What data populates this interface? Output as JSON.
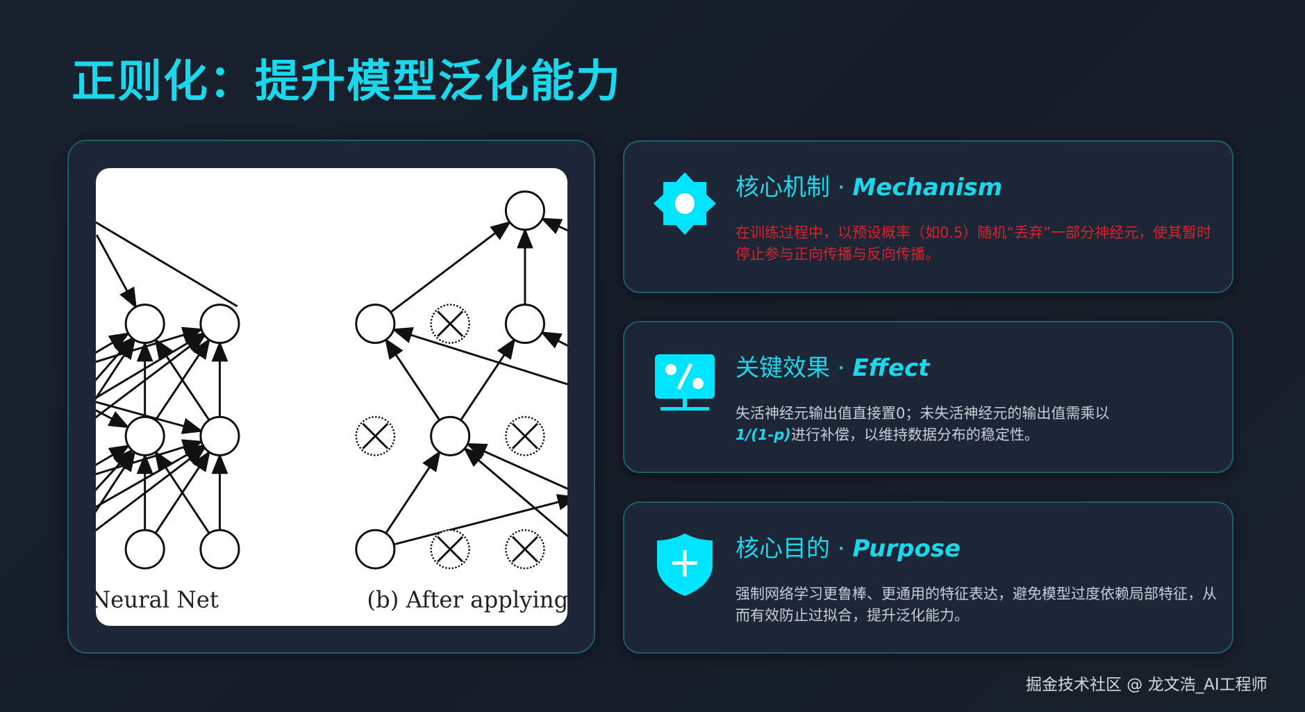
{
  "title": "正则化：提升模型泛化能力",
  "figure": {
    "label_left": "Neural Net",
    "label_right": "(b) After applying"
  },
  "cards": [
    {
      "title_cn": "核心机制 · ",
      "title_en": "Mechanism",
      "icon": "gear-icon",
      "body": "在训练过程中，以预设概率（如0.5）随机“丢弃”一部分神经元，使其暂时停止参与正向传播与反向传播。"
    },
    {
      "title_cn": "关键效果 · ",
      "title_en": "Effect",
      "icon": "percent-monitor-icon",
      "body_a": "失活神经元输出值直接置0；未失活神经元的输出值需乘以",
      "body_formula": "1/(1-p)",
      "body_b": "进行补偿，以维持数据分布的稳定性。"
    },
    {
      "title_cn": "核心目的 · ",
      "title_en": "Purpose",
      "icon": "shield-plus-icon",
      "body": "强制网络学习更鲁棒、更通用的特征表达，避免模型过度依赖局部特征，从而有效防止过拟合，提升泛化能力。"
    }
  ],
  "footer": "掘金技术社区 @ 龙文浩_AI工程师",
  "colors": {
    "accent": "#19d8ec",
    "mechanism_text": "#d8232a",
    "background": "#171e2a"
  }
}
